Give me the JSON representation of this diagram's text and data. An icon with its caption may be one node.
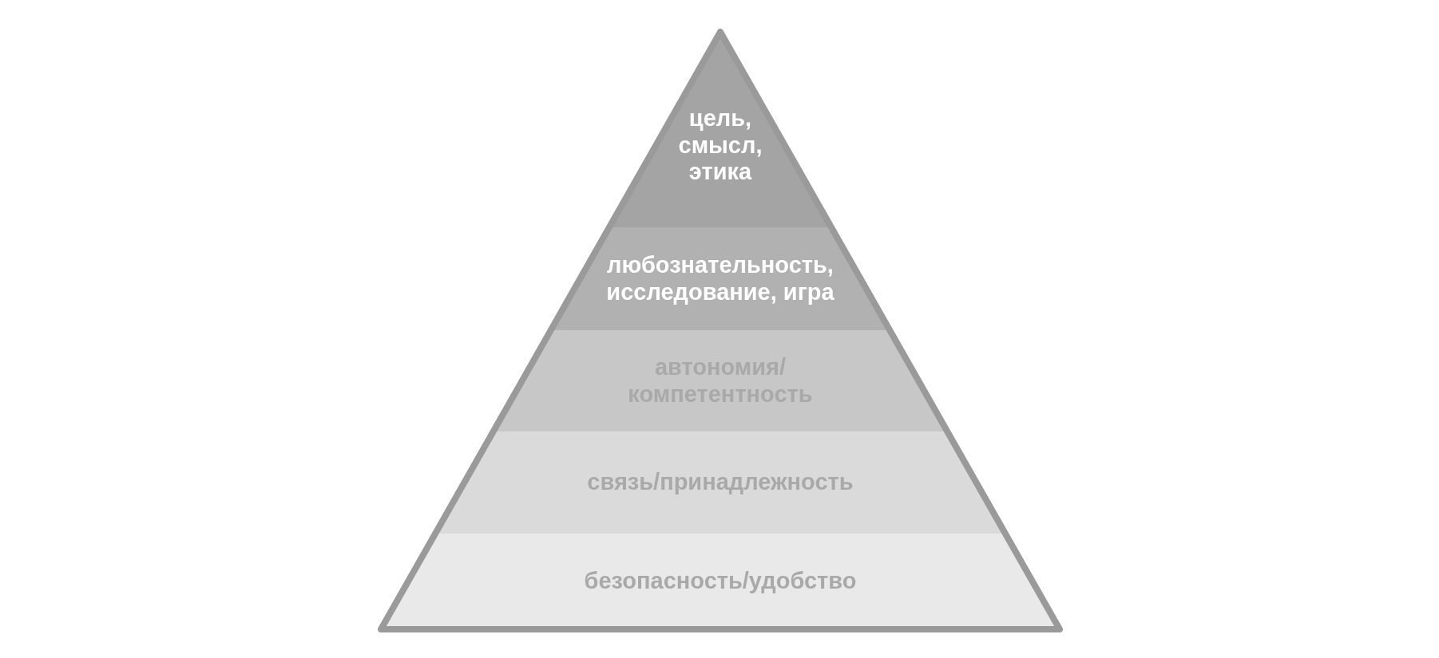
{
  "diagram": {
    "nodes": [
      {
        "text": [
          "цель, смысл, этика"
        ]
      },
      {
        "text": [
          "любознательность, исследование, игра"
        ]
      },
      {
        "text": [
          "автономия/ компетентность"
        ]
      },
      {
        "text": [
          "связь/принадлежность"
        ]
      },
      {
        "text": [
          "безопасность/удобство"
        ]
      }
    ]
  }
}
